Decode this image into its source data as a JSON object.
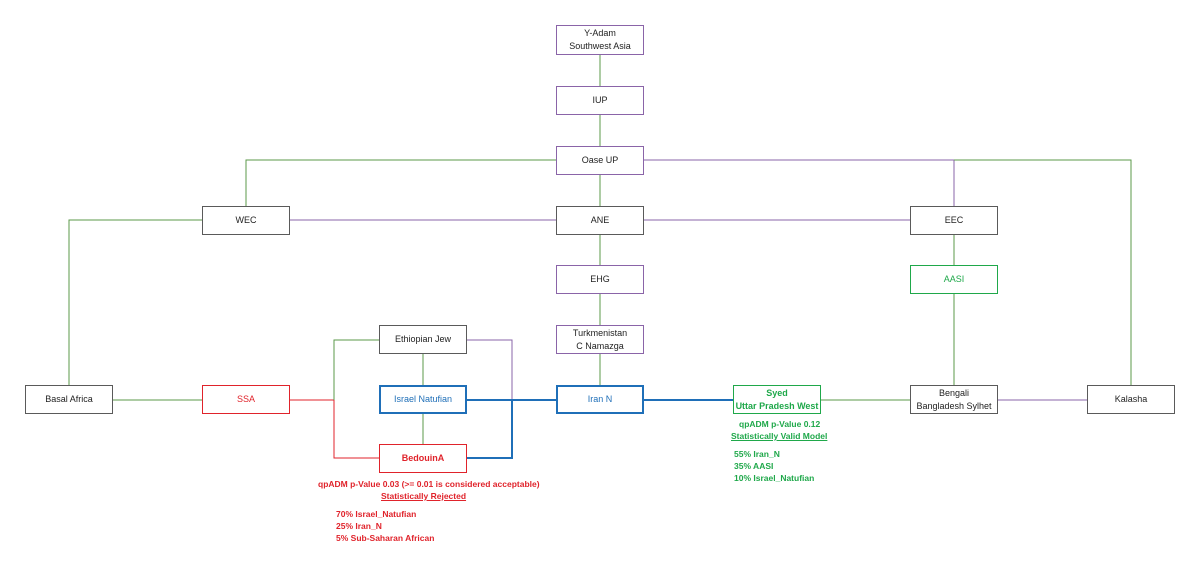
{
  "nodes": {
    "yadam": {
      "line1": "Y-Adam",
      "line2": "Southwest Asia"
    },
    "iup": {
      "label": "IUP"
    },
    "oase": {
      "label": "Oase UP"
    },
    "wec": {
      "label": "WEC"
    },
    "ane": {
      "label": "ANE"
    },
    "eec": {
      "label": "EEC"
    },
    "ehg": {
      "label": "EHG"
    },
    "aasi": {
      "label": "AASI"
    },
    "turkmenistan": {
      "line1": "Turkmenistan",
      "line2": "C Namazga"
    },
    "ethiopian_jew": {
      "label": "Ethiopian Jew"
    },
    "basal_africa": {
      "label": "Basal Africa"
    },
    "ssa": {
      "label": "SSA"
    },
    "israel_natufian": {
      "label": "Israel Natufian"
    },
    "iran_n": {
      "label": "Iran N"
    },
    "syed": {
      "line1": "Syed",
      "line2": "Uttar Pradesh West"
    },
    "bengali": {
      "line1": "Bengali",
      "line2": "Bangladesh Sylhet"
    },
    "kalasha": {
      "label": "Kalasha"
    },
    "bedouin": {
      "label": "BedouinA"
    }
  },
  "bedouin_result": {
    "pvalue": "qpADM p-Value 0.03 (>= 0.01 is considered acceptable)",
    "verdict": "Statistically Rejected",
    "components": [
      "70% Israel_Natufian",
      "25% Iran_N",
      "5% Sub-Saharan African"
    ]
  },
  "syed_result": {
    "pvalue": "qpADM p-Value 0.12",
    "verdict": "Statistically Valid Model",
    "components": [
      "55% Iran_N",
      "35% AASI",
      "10% Israel_Natufian"
    ]
  },
  "colors": {
    "green_line": "#5b9a4a",
    "purple_line": "#8a64a8",
    "red": "#e0232b",
    "blue": "#1f6fb8",
    "bright_green": "#1fa84a"
  }
}
